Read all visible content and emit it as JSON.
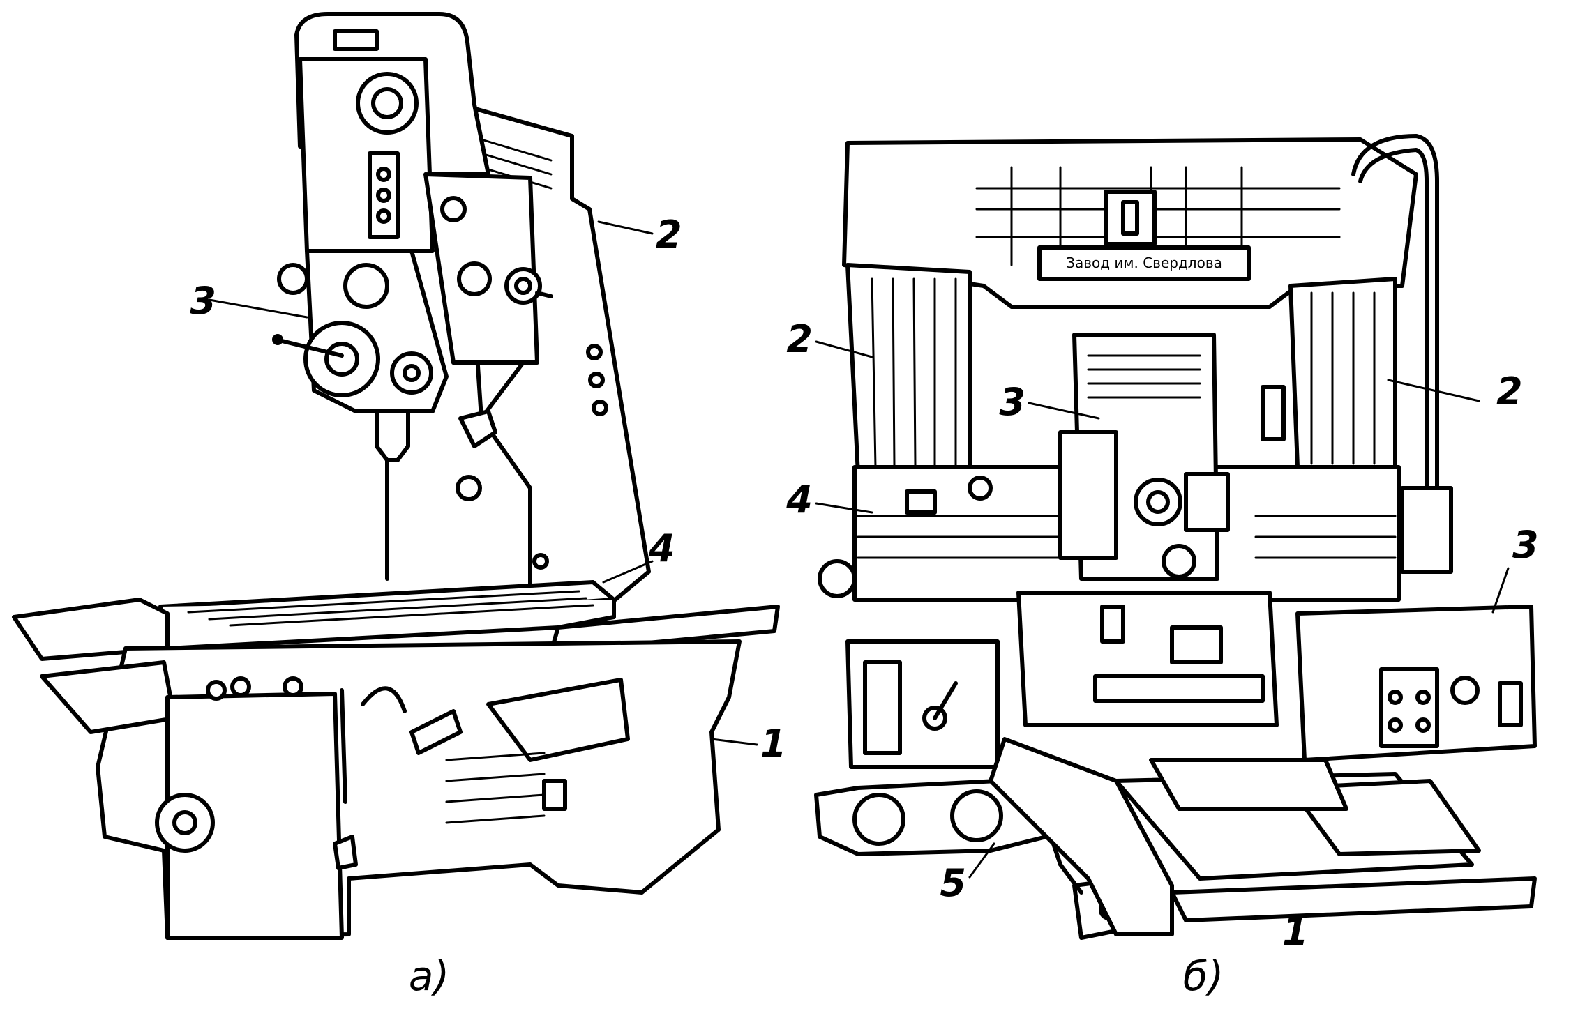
{
  "figure_a": {
    "caption": "а)",
    "labels": {
      "bed": "1",
      "column": "2",
      "spindle_head": "3",
      "table": "4"
    }
  },
  "figure_b": {
    "caption": "б)",
    "labels": {
      "bed": "1",
      "column_left": "2",
      "column_right": "2",
      "head_main": "3",
      "control_panel": "3",
      "crossbeam": "4",
      "drive": "5"
    },
    "plate_text": "Завод им. Свердлова"
  }
}
